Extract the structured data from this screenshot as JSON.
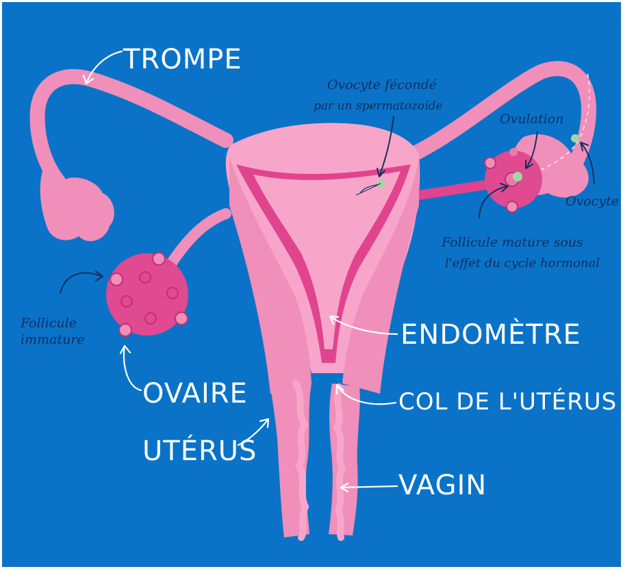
{
  "colors": {
    "background": "#0a73c8",
    "organ_pink": "#f08fb9",
    "organ_light": "#f7a6c9",
    "organ_dark": "#e0448f",
    "follicle": "#e04a90",
    "egg_green": "#9fd6a6",
    "label_white": "#ffffff",
    "label_dark": "#0d2e5e"
  },
  "labels": {
    "trompe": "TROMPE",
    "ovaire": "OVAIRE",
    "uterus": "UTÉRUS",
    "endometre": "ENDOMÈTRE",
    "col": "COL DE L'UTÉRUS",
    "vagin": "VAGIN"
  },
  "annotations": {
    "follicule_immature": [
      "Follicule",
      "immature"
    ],
    "ovocyte_feconde": [
      "Ovocyte fécondé",
      "par un spermatozoïde"
    ],
    "ovulation": "Ovulation",
    "ovocyte": "Ovocyte",
    "follicule_mature": [
      "Follicule mature sous",
      "l'effet du cycle hormonal"
    ]
  }
}
